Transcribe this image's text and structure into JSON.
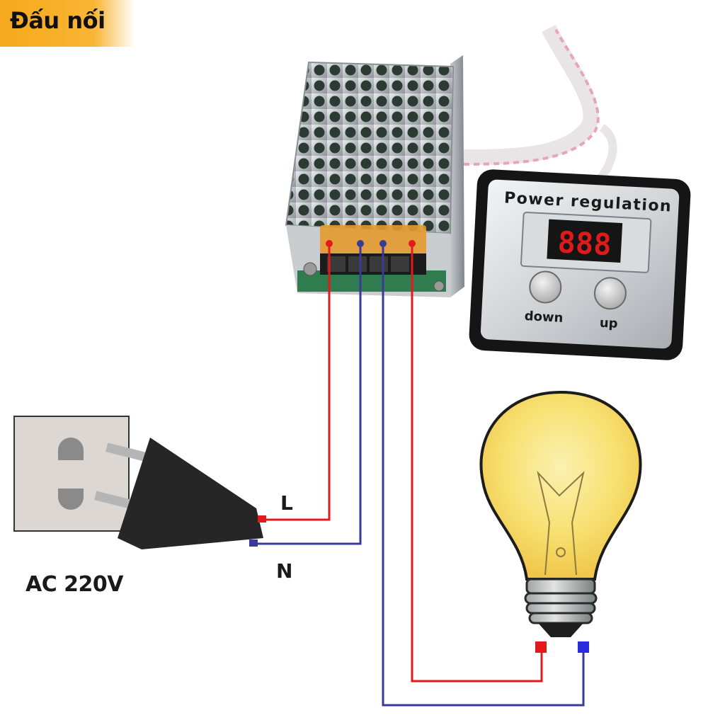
{
  "title": "Đấu nối",
  "controller": {
    "panel_title": "Power regulation",
    "display": "888",
    "button_down": "down",
    "button_up": "up"
  },
  "labels": {
    "live": "L",
    "neutral": "N",
    "supply": "AC 220V"
  },
  "colors": {
    "live_wire": "#e3191c",
    "neutral_wire": "#3a3a9a",
    "badge": "#f6a91c",
    "bulb_glass": "#f7e27a"
  },
  "icons": [
    "wall-socket-icon",
    "power-plug-icon",
    "light-bulb-icon",
    "dimmer-module-icon",
    "control-panel-icon"
  ]
}
